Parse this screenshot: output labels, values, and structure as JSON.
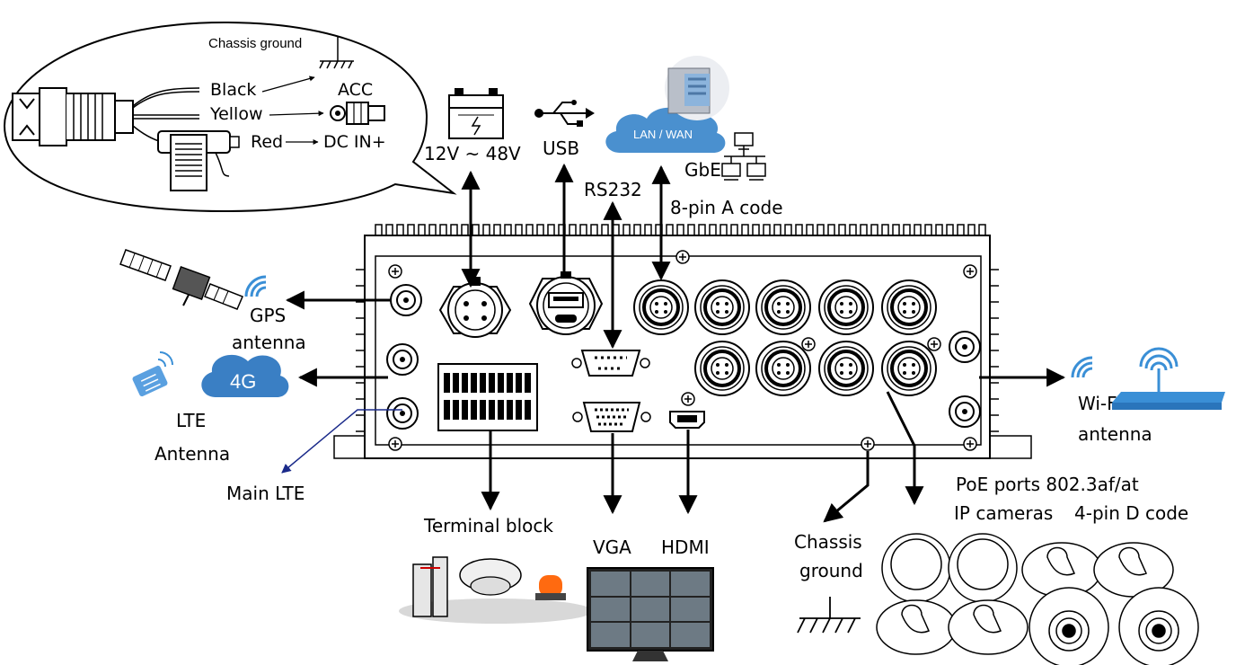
{
  "labels": {
    "chassis_ground_top": "Chassis ground",
    "black": "Black",
    "yellow": "Yellow",
    "red": "Red",
    "acc": "ACC",
    "dc_in": "DC IN+",
    "power": "12V ~ 48V",
    "usb": "USB",
    "lan_wan": "LAN / WAN",
    "gbe": "GbE",
    "gbe_code": "8-pin A code",
    "rs232": "RS232",
    "gps_line1": "GPS",
    "gps_line2": "antenna",
    "cloud_4g": "4G",
    "lte_line1": "LTE",
    "lte_line2": "Antenna",
    "main_lte": "Main LTE",
    "terminal_block": "Terminal block",
    "vga": "VGA",
    "hdmi": "HDMI",
    "chassis_ground_line1": "Chassis",
    "chassis_ground_line2": "ground",
    "poe_line1": "PoE ports 802.3af/at",
    "poe_line2": "IP cameras",
    "poe_code": "4-pin D code",
    "wifi_line1": "Wi-Fi",
    "wifi_line2": "antenna"
  },
  "colors": {
    "cloud": "#4a90cf",
    "cloud_4g": "#3a7fc4",
    "wifi_icon": "#3a8fd6",
    "main_lte_line": "#1a2a8a",
    "beacon": "#ff6a10"
  },
  "icons": [
    "battery-icon",
    "usb-icon",
    "network-icon",
    "satellite-icon",
    "phone-icon",
    "router-icon",
    "monitor-icon",
    "camera-icon"
  ]
}
